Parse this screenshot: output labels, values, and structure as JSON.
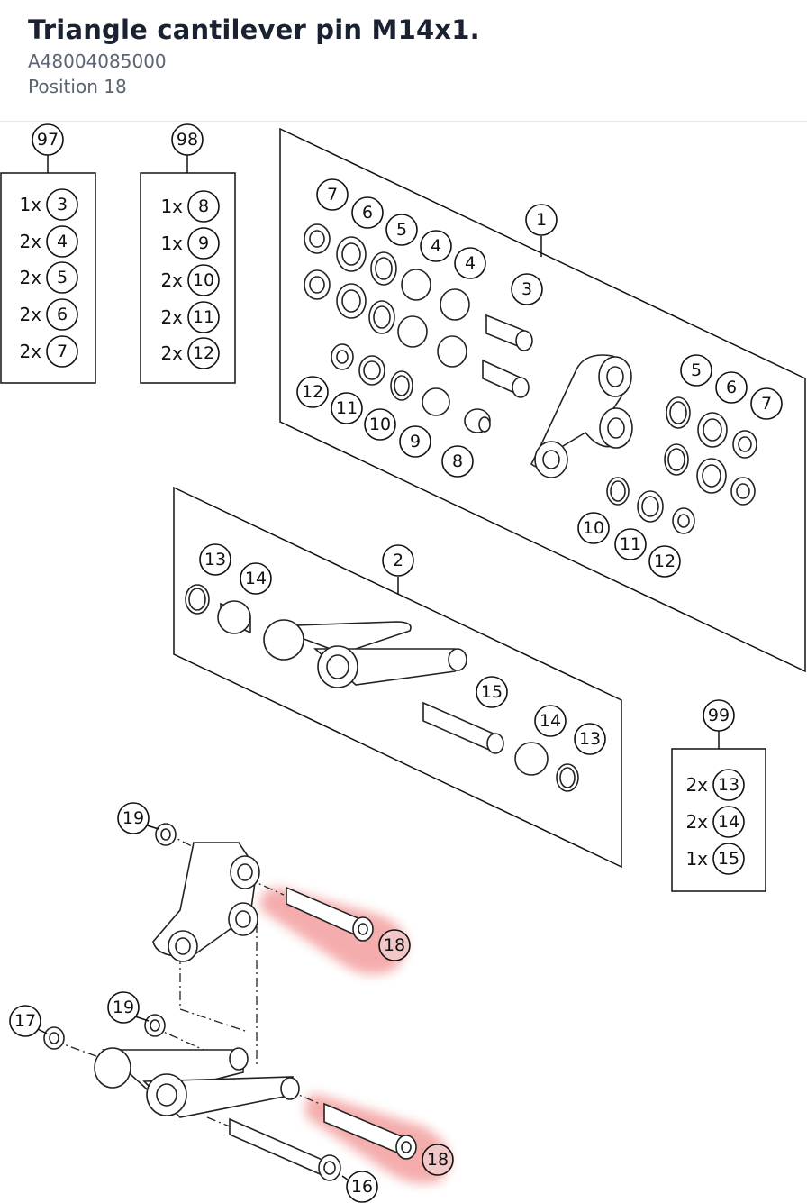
{
  "header": {
    "title": "Triangle cantilever pin M14x1.",
    "part_number": "A48004085000",
    "position": "Position 18"
  },
  "highlight_color": "#e84a4a",
  "kits": [
    {
      "label": "97",
      "items": [
        {
          "qty": "1x",
          "ref": "3"
        },
        {
          "qty": "2x",
          "ref": "4"
        },
        {
          "qty": "2x",
          "ref": "5"
        },
        {
          "qty": "2x",
          "ref": "6"
        },
        {
          "qty": "2x",
          "ref": "7"
        }
      ]
    },
    {
      "label": "98",
      "items": [
        {
          "qty": "1x",
          "ref": "8"
        },
        {
          "qty": "1x",
          "ref": "9"
        },
        {
          "qty": "2x",
          "ref": "10"
        },
        {
          "qty": "2x",
          "ref": "11"
        },
        {
          "qty": "2x",
          "ref": "12"
        }
      ]
    },
    {
      "label": "99",
      "items": [
        {
          "qty": "2x",
          "ref": "13"
        },
        {
          "qty": "2x",
          "ref": "14"
        },
        {
          "qty": "1x",
          "ref": "15"
        }
      ]
    }
  ],
  "callouts": {
    "p1": "1",
    "p2": "2",
    "a7": "7",
    "a6": "6",
    "a5": "5",
    "a4": "4",
    "a4b": "4",
    "a3": "3",
    "a12": "12",
    "a11": "11",
    "a10": "10",
    "a9": "9",
    "a8": "8",
    "b5": "5",
    "b6": "6",
    "b7": "7",
    "b10": "10",
    "b11": "11",
    "b12": "12",
    "c13": "13",
    "c14": "14",
    "c15": "15",
    "c14b": "14",
    "c13b": "13",
    "d19": "19",
    "d18": "18",
    "e17": "17",
    "e19": "19",
    "e18": "18",
    "e16": "16"
  }
}
